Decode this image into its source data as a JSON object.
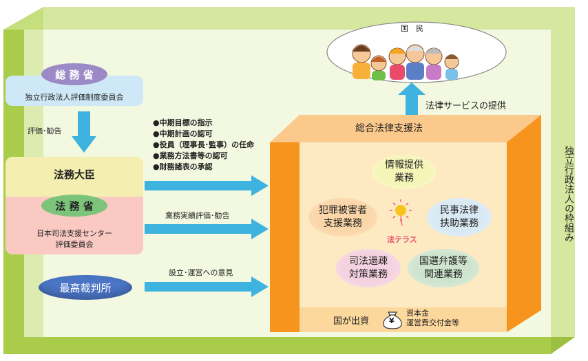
{
  "colors": {
    "frame_light": "#e8f2c4",
    "frame_mid": "#d6e8a0",
    "frame_dark": "#a9cc4a",
    "arrow": "#3fb3e0",
    "box_orange": "#f7941d",
    "box_inner": "#fde9c2",
    "sky_blue": "#cfe8f7"
  },
  "frame_title": "独立行政法人の枠組み",
  "people": {
    "label": "国　民"
  },
  "service_label": "法律サービスの提供",
  "left": {
    "soumu": {
      "oval_label": "総 務 省",
      "committee": "独立行政法人評価制度委員会"
    },
    "evaluation_label": "評価･勧告",
    "houmu": {
      "minister": "法務大臣",
      "oval_label": "法 務 省",
      "committee_line1": "日本司法支援センター",
      "committee_line2": "評価委員会"
    },
    "court": "最高裁判所"
  },
  "bullets": [
    "●中期目標の指示",
    "●中期計画の認可",
    "●役員（理事長･監事）の任命",
    "●業務方法書等の認可",
    "●財務諸表の承認"
  ],
  "arrow_labels": {
    "performance": "業務実績評価･勧告",
    "opinion": "設立･運営への意見"
  },
  "box": {
    "title": "総合法律支援法",
    "logo_text": "法テラス",
    "services": [
      "情報提供\n業務",
      "犯罪被害者\n支援業務",
      "民事法律\n扶助業務",
      "司法過疎\n対策業務",
      "国選弁護等\n関連業務"
    ],
    "funding_label": "国が出資",
    "funding_items": [
      "資本金",
      "運営費交付金等"
    ],
    "yen_symbol": "¥"
  }
}
